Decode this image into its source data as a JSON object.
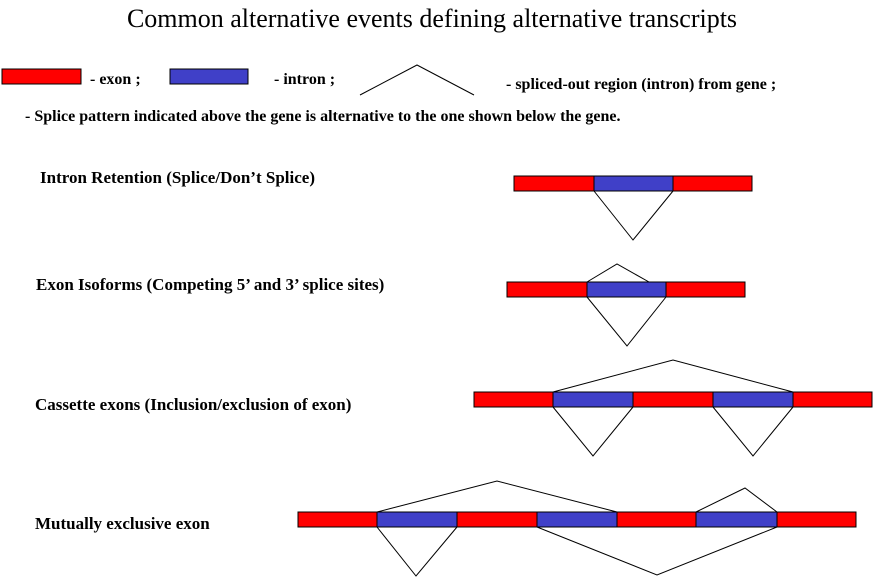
{
  "title": "Common alternative events defining alternative transcripts",
  "legend": {
    "exon_label": "- exon ;",
    "intron_label": "- intron ;",
    "spliced_label": "- spliced-out region (intron) from gene ;",
    "note": "- Splice pattern indicated above the gene is alternative to the one shown below the gene."
  },
  "colors": {
    "exon": "#ff0000",
    "intron": "#4040c8"
  },
  "events": [
    {
      "label": "Intron Retention (Splice/Don’t Splice)"
    },
    {
      "label": "Exon Isoforms (Competing 5’ and 3’ splice sites)"
    },
    {
      "label": "Cassette exons (Inclusion/exclusion of exon)"
    },
    {
      "label": "Mutually exclusive exon"
    }
  ]
}
